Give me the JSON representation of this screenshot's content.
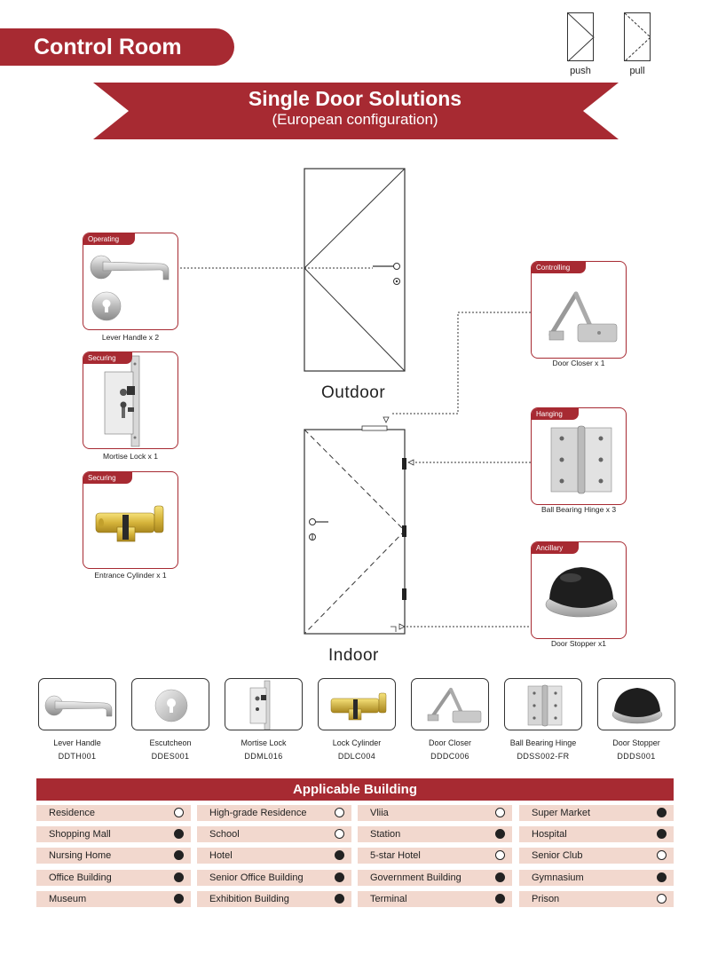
{
  "header": {
    "title": "Control Room"
  },
  "legend": {
    "push_label": "push",
    "pull_label": "pull"
  },
  "banner": {
    "title": "Single Door Solutions",
    "subtitle": "(European configuration)"
  },
  "doors": {
    "outdoor_label": "Outdoor",
    "indoor_label": "Indoor"
  },
  "cards": {
    "operating": {
      "tag": "Operating",
      "caption": "Lever Handle x 2"
    },
    "securing_lock": {
      "tag": "Securing",
      "caption": "Mortise Lock x 1"
    },
    "securing_cylinder": {
      "tag": "Securing",
      "caption": "Entrance Cylinder x 1"
    },
    "controlling": {
      "tag": "Controlling",
      "caption": "Door Closer x 1"
    },
    "hanging": {
      "tag": "Hanging",
      "caption": "Ball Bearing Hinge x 3"
    },
    "ancillary": {
      "tag": "Ancillary",
      "caption": "Door Stopper x1"
    }
  },
  "products": [
    {
      "name": "Lever Handle",
      "code": "DDTH001"
    },
    {
      "name": "Escutcheon",
      "code": "DDES001"
    },
    {
      "name": "Mortise Lock",
      "code": "DDML016"
    },
    {
      "name": "Lock Cylinder",
      "code": "DDLC004"
    },
    {
      "name": "Door Closer",
      "code": "DDDC006"
    },
    {
      "name": "Ball Bearing Hinge",
      "code": "DDSS002-FR"
    },
    {
      "name": "Door Stopper",
      "code": "DDDS001"
    }
  ],
  "applicable": {
    "title": "Applicable Building",
    "rows": [
      [
        {
          "label": "Residence",
          "applicable": false
        },
        {
          "label": "High-grade Residence",
          "applicable": false
        },
        {
          "label": "Vliia",
          "applicable": false
        },
        {
          "label": "Super Market",
          "applicable": true
        }
      ],
      [
        {
          "label": "Shopping Mall",
          "applicable": true
        },
        {
          "label": "School",
          "applicable": false
        },
        {
          "label": "Station",
          "applicable": true
        },
        {
          "label": "Hospital",
          "applicable": true
        }
      ],
      [
        {
          "label": "Nursing Home",
          "applicable": true
        },
        {
          "label": "Hotel",
          "applicable": true
        },
        {
          "label": "5-star Hotel",
          "applicable": false
        },
        {
          "label": "Senior Club",
          "applicable": false
        }
      ],
      [
        {
          "label": "Office Building",
          "applicable": true
        },
        {
          "label": "Senior Office Building",
          "applicable": true
        },
        {
          "label": "Government Building",
          "applicable": true
        },
        {
          "label": "Gymnasium",
          "applicable": true
        }
      ],
      [
        {
          "label": "Museum",
          "applicable": true
        },
        {
          "label": "Exhibition Building",
          "applicable": true
        },
        {
          "label": "Terminal",
          "applicable": true
        },
        {
          "label": "Prison",
          "applicable": false
        }
      ]
    ]
  },
  "colors": {
    "brand": "#a72a32",
    "row_bg": "#f2d8ce"
  }
}
